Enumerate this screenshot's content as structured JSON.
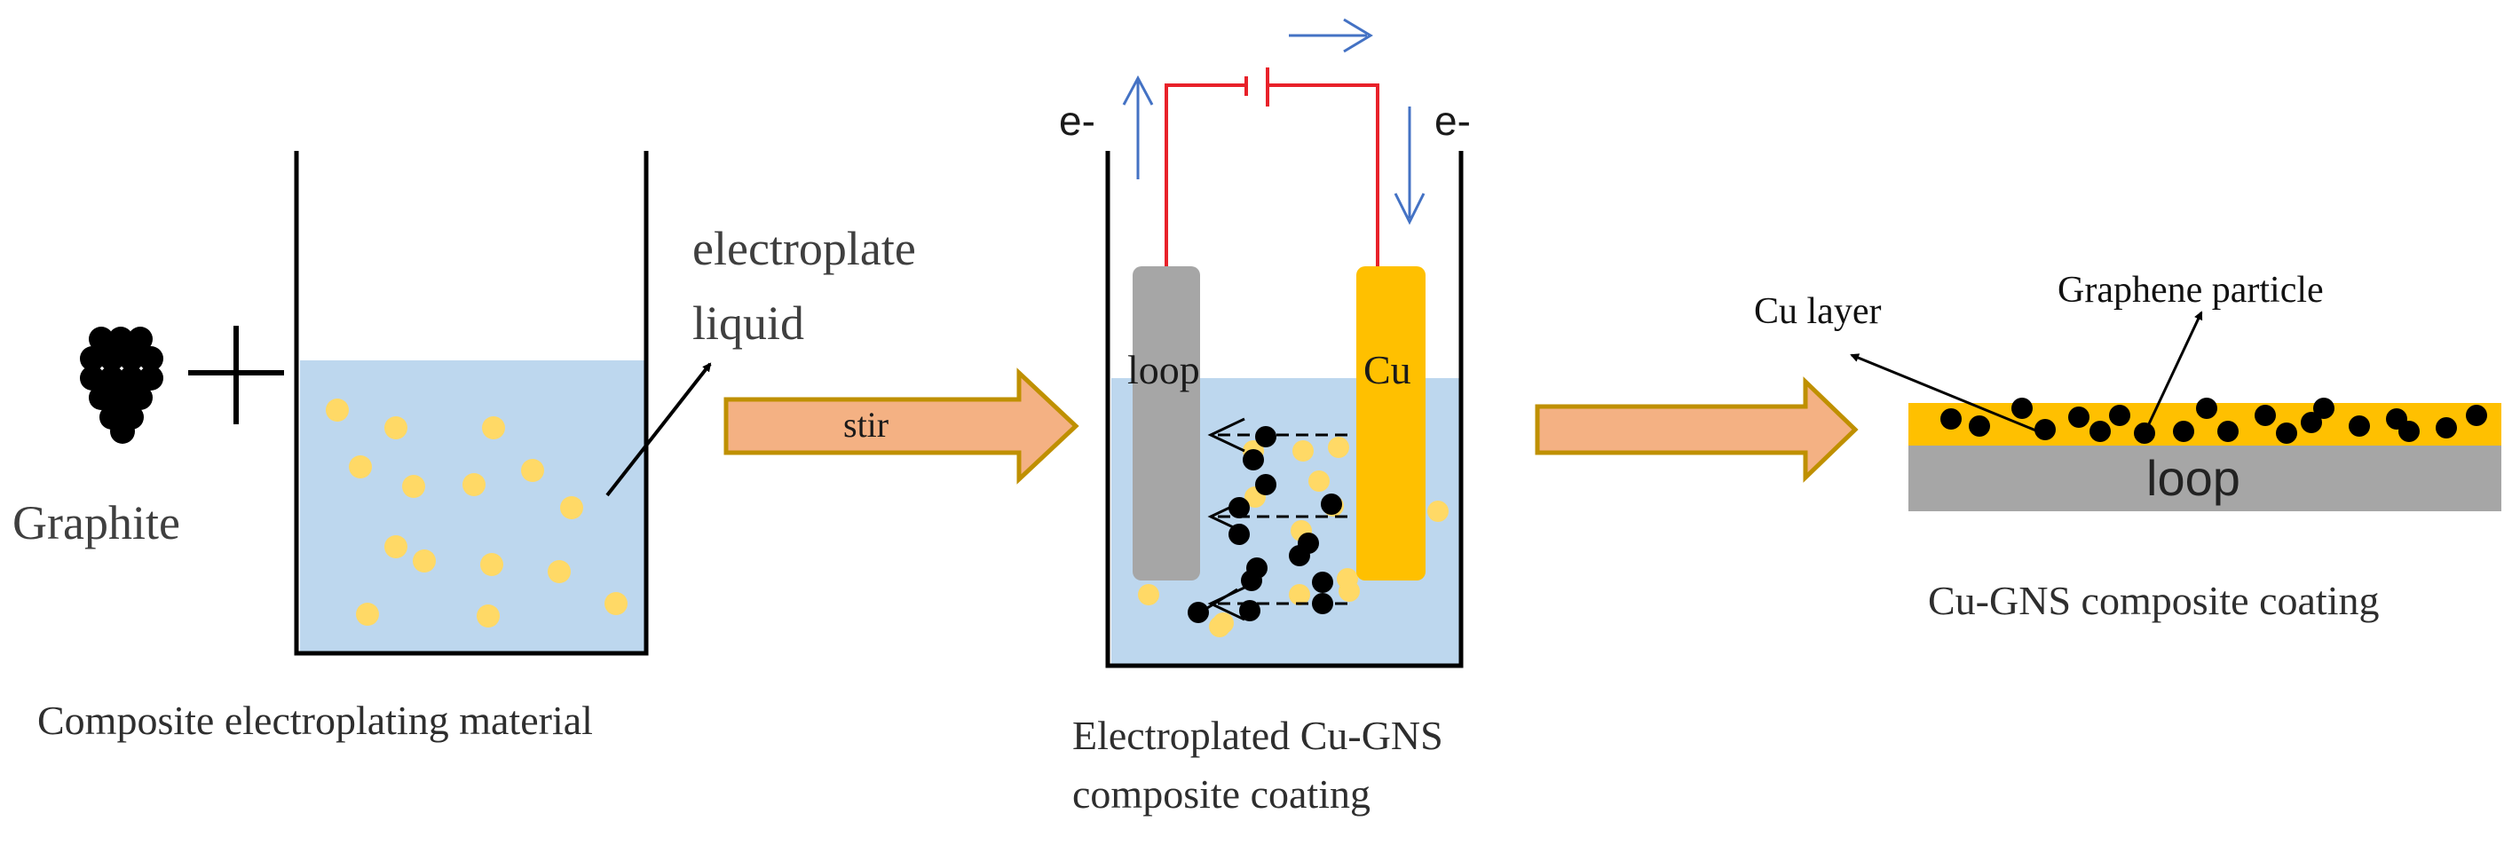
{
  "colors": {
    "liquid": "#bdd7ee",
    "particle_yellow": "#ffd966",
    "graphene_black": "#000000",
    "copper": "#ffc000",
    "substrate_gray": "#a6a6a6",
    "wire_red": "#e8212a",
    "electron_arrow_blue": "#4472c4",
    "process_arrow_fill": "#f4b183",
    "process_arrow_stroke": "#bf9000"
  },
  "icons": {
    "graphite": "graphite-cluster-icon",
    "plus": "plus-icon",
    "process_arrow": "arrow-right-icon",
    "electron_flow": "arrow-icon",
    "battery": "battery-icon"
  },
  "stage1": {
    "graphite_label": "Graphite",
    "electroplate_label_line1": "electroplate",
    "electroplate_label_line2": "liquid",
    "caption": "Composite electroplating material"
  },
  "arrow1": {
    "label": "stir"
  },
  "stage2": {
    "electron_left": "e-",
    "electron_right": "e-",
    "cathode_label": "loop",
    "anode_label": "Cu",
    "caption_line1": "Electroplated  Cu-GNS",
    "caption_line2": "composite coating"
  },
  "stage3": {
    "cu_layer_label": "Cu layer",
    "graphene_label": "Graphene particle",
    "substrate_label": "loop",
    "caption": "Cu-GNS composite coating"
  }
}
